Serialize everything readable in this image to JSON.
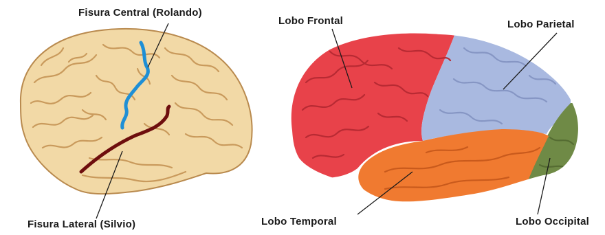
{
  "left_brain": {
    "labels": {
      "central_fissure": "Fisura Central (Rolando)",
      "lateral_fissure": "Fisura Lateral (Silvio)"
    },
    "colors": {
      "cortex": "#f2d9a6",
      "gyri_lines": "#c99a5c",
      "central_fissure": "#1e8fd6",
      "lateral_fissure": "#6e0e0e"
    }
  },
  "right_brain": {
    "labels": {
      "frontal": "Lobo Frontal",
      "parietal": "Lobo Parietal",
      "temporal": "Lobo Temporal",
      "occipital": "Lobo Occipital"
    },
    "colors": {
      "frontal": "#e8424a",
      "parietal": "#a9b9e0",
      "temporal": "#f07a30",
      "occipital": "#6f8a46"
    }
  }
}
